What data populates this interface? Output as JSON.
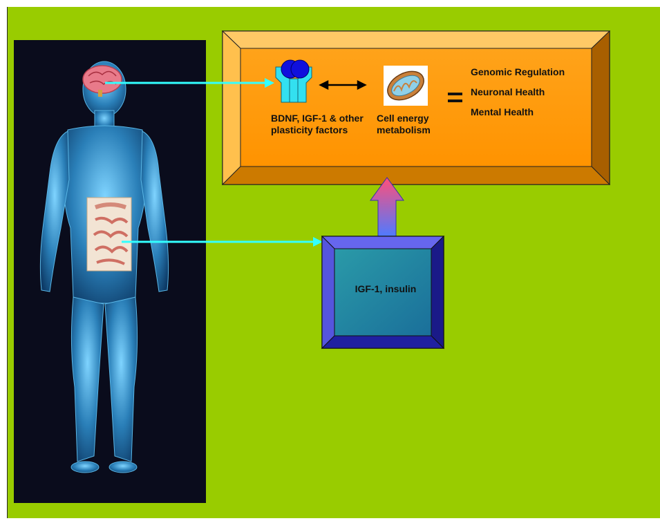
{
  "diagram": {
    "left_panel": {
      "icons": [
        "human-body-icon",
        "brain-icon",
        "intestines-icon"
      ]
    },
    "top_box": {
      "receptor_icon": "receptor-icon",
      "receptor_label": "BDNF, IGF-1 & other plasticity factors",
      "mitochondria_icon": "mitochondria-icon",
      "mitochondria_label": "Cell energy metabolism",
      "equals_symbol": "=",
      "outcomes": [
        "Genomic Regulation",
        "Neuronal Health",
        "Mental Health"
      ]
    },
    "bottom_box": {
      "label": "IGF-1, insulin"
    },
    "colors": {
      "background": "#99cc00",
      "top_box": "#ff9900",
      "bottom_box": "#3333cc",
      "connector": "#33ffff"
    }
  }
}
